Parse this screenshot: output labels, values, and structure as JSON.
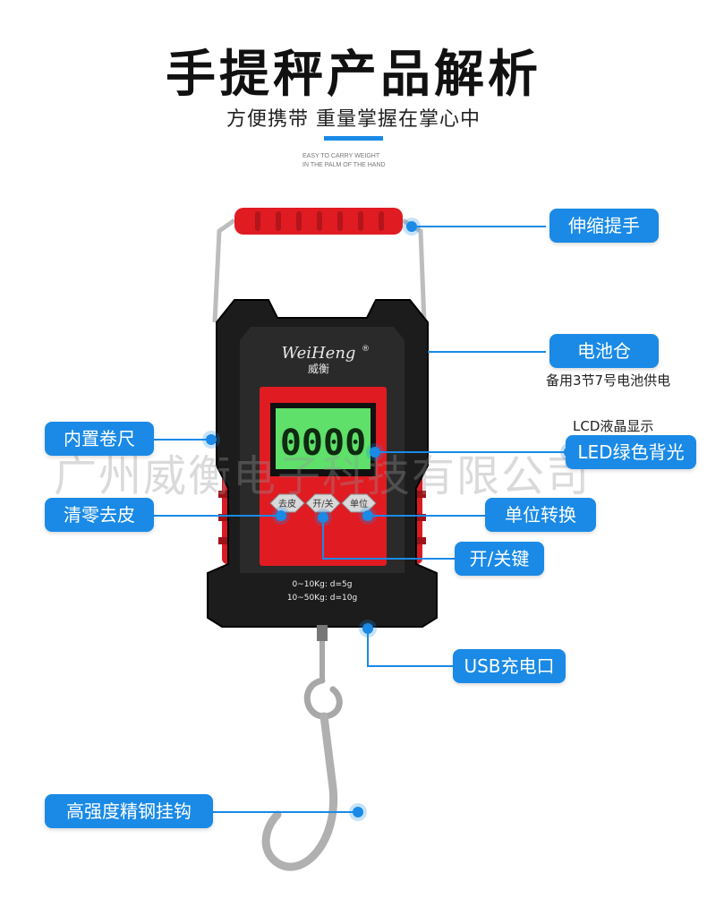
{
  "header": {
    "title": "手提秤产品解析",
    "subtitle": "方便携带 重量掌握在掌心中",
    "english_line1": "EASY TO CARRY WEIGHT",
    "english_line2": "IN THE PALM OF THE HAND"
  },
  "watermark": "广州威衡电子科技有限公司",
  "device": {
    "brand": "WeiHeng",
    "brand_mark": "®",
    "brand_cn": "威衡",
    "display_value": "0000",
    "button_tare": "去皮",
    "button_power": "开/关",
    "button_unit": "单位",
    "spec_line1": "0~10Kg: d=5g",
    "spec_line2": "10~50Kg: d=10g"
  },
  "callouts": {
    "handle": "伸缩提手",
    "battery": "电池仓",
    "battery_note": "备用3节7号电池供电",
    "lcd_note": "LCD液晶显示",
    "backlight": "LED绿色背光",
    "tape": "内置卷尺",
    "tare": "清零去皮",
    "unit": "单位转换",
    "power": "开/关键",
    "usb": "USB充电口",
    "hook": "高强度精钢挂钩"
  },
  "colors": {
    "accent": "#1a8ae6",
    "body": "#1c1c1c",
    "red": "#e01b22",
    "lcd": "#5ee06a"
  }
}
